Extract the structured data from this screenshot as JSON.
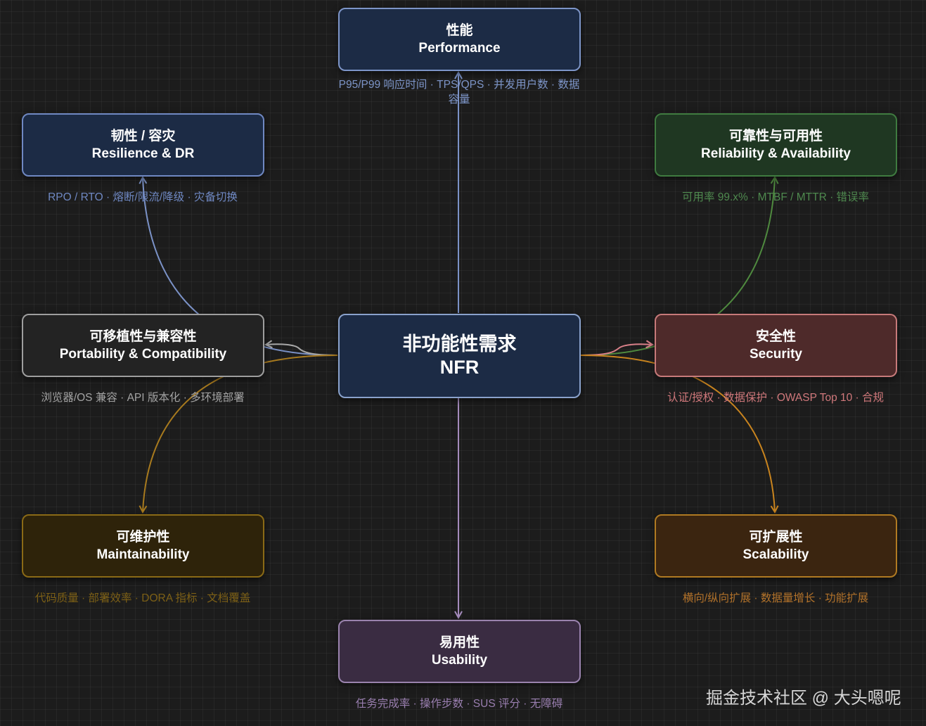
{
  "center": {
    "title_zh": "非功能性需求",
    "title_en": "NFR"
  },
  "nodes": {
    "performance": {
      "title_zh": "性能",
      "title_en": "Performance",
      "metrics": "P95/P99 响应时间 · TPS/QPS · 并发用户数 · 数据容量",
      "colors": {
        "fill": "#1c2b45",
        "border": "#7d95c8",
        "text": "#7d95c8"
      }
    },
    "resilience": {
      "title_zh": "韧性 / 容灾",
      "title_en": "Resilience & DR",
      "metrics": "RPO / RTO · 熔断/限流/降级 · 灾备切换",
      "colors": {
        "fill": "#1c2b45",
        "border": "#6f88c2",
        "text": "#6f88c2"
      }
    },
    "reliability": {
      "title_zh": "可靠性与可用性",
      "title_en": "Reliability & Availability",
      "metrics": "可用率 99.x% · MTBF / MTTR · 错误率",
      "colors": {
        "fill": "#1f3722",
        "border": "#3f7b40",
        "text": "#4f8a4f"
      }
    },
    "portability": {
      "title_zh": "可移植性与兼容性",
      "title_en": "Portability & Compatibility",
      "metrics": "浏览器/OS 兼容 · API 版本化 · 多环境部署",
      "colors": {
        "fill": "#232323",
        "border": "#9e9e9e",
        "text": "#a3a3a3"
      }
    },
    "security": {
      "title_zh": "安全性",
      "title_en": "Security",
      "metrics": "认证/授权 · 数据保护 · OWASP Top 10 · 合规",
      "colors": {
        "fill": "#4e2a2a",
        "border": "#c77a7a",
        "text": "#d0787b"
      }
    },
    "maintainability": {
      "title_zh": "可维护性",
      "title_en": "Maintainability",
      "metrics": "代码质量 · 部署效率 · DORA 指标 · 文档覆盖",
      "colors": {
        "fill": "#2e230a",
        "border": "#8a6a16",
        "text": "#7d6016"
      }
    },
    "scalability": {
      "title_zh": "可扩展性",
      "title_en": "Scalability",
      "metrics": "横向/纵向扩展 · 数据量增长 · 功能扩展",
      "colors": {
        "fill": "#3b2510",
        "border": "#b07a22",
        "text": "#b2722a"
      }
    },
    "usability": {
      "title_zh": "易用性",
      "title_en": "Usability",
      "metrics": "任务完成率 · 操作步数 · SUS 评分 · 无障碍",
      "colors": {
        "fill": "#3a2c42",
        "border": "#9a83ae",
        "text": "#9a7fb0"
      }
    }
  },
  "center_colors": {
    "fill": "#1c2b45",
    "border": "#8aa2cc"
  },
  "watermark": "掘金技术社区 @ 大头嗯呢"
}
